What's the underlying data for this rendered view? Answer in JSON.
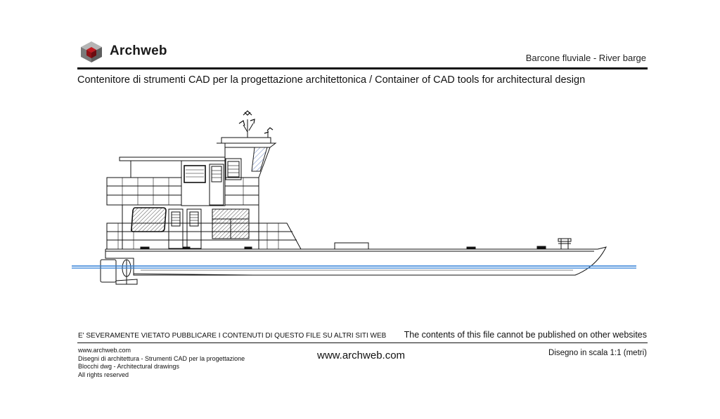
{
  "header": {
    "brand": "Archweb",
    "drawing_title": "Barcone fluviale - River barge",
    "tagline": "Contenitore di strumenti CAD per la progettazione architettonica  /  Container of CAD tools for architectural design"
  },
  "notices": {
    "italian": "E' SEVERAMENTE VIETATO PUBBLICARE I CONTENUTI DI QUESTO FILE SU ALTRI SITI WEB",
    "english": "The contents of this file cannot be published on other websites"
  },
  "footer": {
    "lines": [
      "www.archweb.com",
      "Disegni di architettura - Strumenti CAD  per la progettazione",
      "Blocchi dwg - Architectural drawings",
      "All rights reserved"
    ],
    "url": "www.archweb.com",
    "scale": "Disegno in scala 1:1 (metri)"
  },
  "colors": {
    "line": "#111111",
    "water": "#2f7fd6",
    "glass_hatch": "#3b5fb0",
    "logo_red": "#a8151b",
    "logo_grey": "#8a8a8a"
  }
}
